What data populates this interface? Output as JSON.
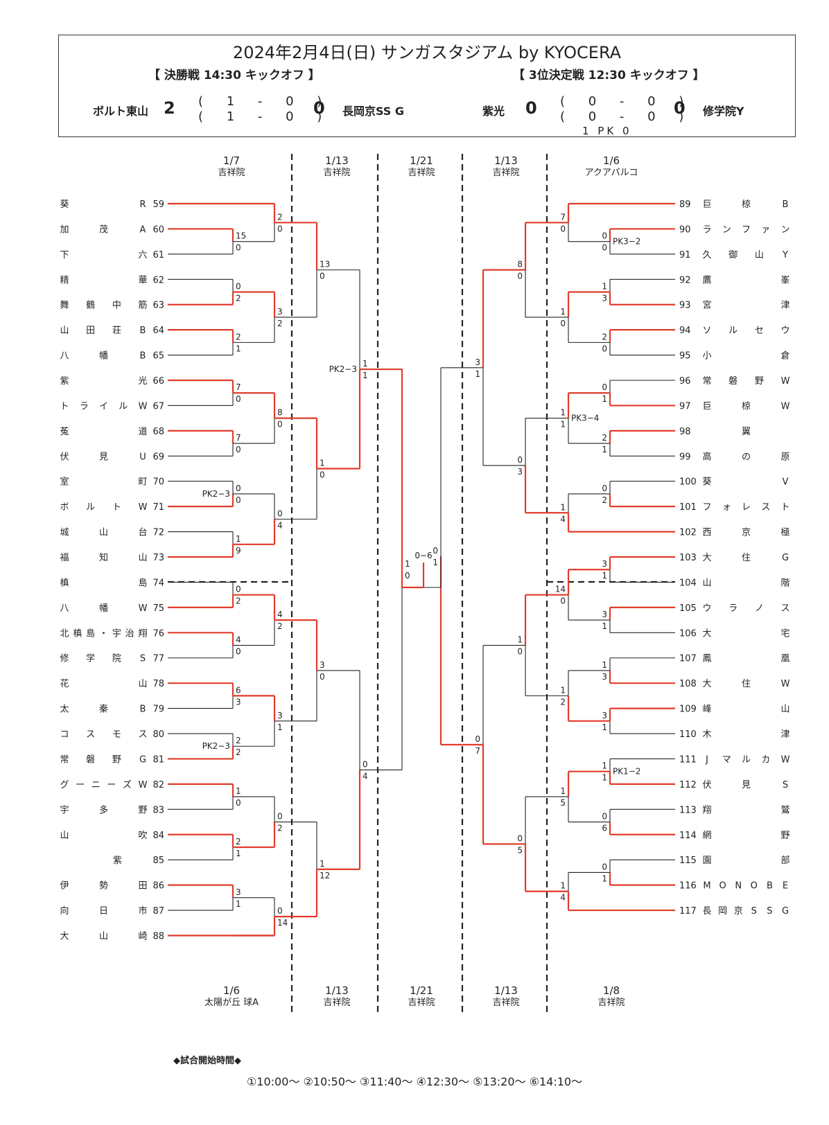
{
  "header": {
    "title": "2024年2月4日(日) サンガスタジアム by KYOCERA",
    "final_label": "【 決勝戦 14:30 キックオフ 】",
    "third_label": "【 3位決定戦 12:30 キックオフ 】",
    "final": {
      "home": "ボルト東山",
      "home_score": "2",
      "half1": "( 1 - 0 )",
      "half2": "( 1 - 0 )",
      "away_score": "0",
      "away": "長岡京SS G"
    },
    "third": {
      "home": "紫光",
      "home_score": "0",
      "half1": "( 0 - 0 )",
      "half2": "( 0 - 0 )",
      "pk": "1 PK 0",
      "away_score": "0",
      "away": "修学院Y"
    }
  },
  "rounds_top": [
    {
      "date": "1/7",
      "venue": "吉祥院"
    },
    {
      "date": "1/13",
      "venue": "吉祥院"
    },
    {
      "date": "1/21",
      "venue": "吉祥院"
    },
    {
      "date": "1/13",
      "venue": "吉祥院"
    },
    {
      "date": "1/6",
      "venue": "アクアパルコ"
    }
  ],
  "rounds_bottom": [
    {
      "date": "1/6",
      "venue": "太陽が丘 球A"
    },
    {
      "date": "1/13",
      "venue": "吉祥院"
    },
    {
      "date": "1/21",
      "venue": "吉祥院"
    },
    {
      "date": "1/13",
      "venue": "吉祥院"
    },
    {
      "date": "1/8",
      "venue": "吉祥院"
    }
  ],
  "teams_left": [
    {
      "num": "59",
      "chars": [
        "葵",
        "R"
      ]
    },
    {
      "num": "60",
      "chars": [
        "加",
        "茂",
        "A"
      ]
    },
    {
      "num": "61",
      "chars": [
        "下",
        "六"
      ]
    },
    {
      "num": "62",
      "chars": [
        "精",
        "華"
      ]
    },
    {
      "num": "63",
      "chars": [
        "舞",
        "鶴",
        "中",
        "筋"
      ]
    },
    {
      "num": "64",
      "chars": [
        "山",
        "田",
        "荘",
        "B"
      ]
    },
    {
      "num": "65",
      "chars": [
        "八",
        "幡",
        "B"
      ]
    },
    {
      "num": "66",
      "chars": [
        "紫",
        "光"
      ]
    },
    {
      "num": "67",
      "chars": [
        "ト",
        "ラ",
        "イ",
        "ル",
        "W"
      ]
    },
    {
      "num": "68",
      "chars": [
        "菟",
        "道"
      ]
    },
    {
      "num": "69",
      "chars": [
        "伏",
        "見",
        "U"
      ]
    },
    {
      "num": "70",
      "chars": [
        "室",
        "町"
      ]
    },
    {
      "num": "71",
      "chars": [
        "ボ",
        "ル",
        "ト",
        "W"
      ]
    },
    {
      "num": "72",
      "chars": [
        "城",
        "山",
        "台"
      ]
    },
    {
      "num": "73",
      "chars": [
        "福",
        "知",
        "山"
      ]
    },
    {
      "num": "74",
      "chars": [
        "槙",
        "島"
      ]
    },
    {
      "num": "75",
      "chars": [
        "八",
        "幡",
        "W"
      ]
    },
    {
      "num": "76",
      "chars": [
        "北",
        "槙",
        "島",
        "・",
        "宇",
        "治",
        "翔"
      ]
    },
    {
      "num": "77",
      "chars": [
        "修",
        "学",
        "院",
        "S"
      ]
    },
    {
      "num": "78",
      "chars": [
        "花",
        "山"
      ]
    },
    {
      "num": "79",
      "chars": [
        "太",
        "秦",
        "B"
      ]
    },
    {
      "num": "80",
      "chars": [
        "コ",
        "ス",
        "モ",
        "ス"
      ]
    },
    {
      "num": "81",
      "chars": [
        "常",
        "磐",
        "野",
        "G"
      ]
    },
    {
      "num": "82",
      "chars": [
        "グ",
        "ー",
        "ニ",
        "ー",
        "ズ",
        "W"
      ]
    },
    {
      "num": "83",
      "chars": [
        "宇",
        "多",
        "野"
      ]
    },
    {
      "num": "84",
      "chars": [
        "山",
        "吹"
      ]
    },
    {
      "num": "85",
      "chars": [
        "紫"
      ]
    },
    {
      "num": "86",
      "chars": [
        "伊",
        "勢",
        "田"
      ]
    },
    {
      "num": "87",
      "chars": [
        "向",
        "日",
        "市"
      ]
    },
    {
      "num": "88",
      "chars": [
        "大",
        "山",
        "崎"
      ]
    }
  ],
  "teams_right": [
    {
      "num": "89",
      "chars": [
        "巨",
        "椋",
        "B"
      ]
    },
    {
      "num": "90",
      "chars": [
        "ラ",
        "ン",
        "フ",
        "ァ",
        "ン"
      ]
    },
    {
      "num": "91",
      "chars": [
        "久",
        "御",
        "山",
        "Y"
      ]
    },
    {
      "num": "92",
      "chars": [
        "鷹",
        "峯"
      ]
    },
    {
      "num": "93",
      "chars": [
        "宮",
        "津"
      ]
    },
    {
      "num": "94",
      "chars": [
        "ソ",
        "ル",
        "セ",
        "ウ"
      ]
    },
    {
      "num": "95",
      "chars": [
        "小",
        "倉"
      ]
    },
    {
      "num": "96",
      "chars": [
        "常",
        "磐",
        "野",
        "W"
      ]
    },
    {
      "num": "97",
      "chars": [
        "巨",
        "椋",
        "W"
      ]
    },
    {
      "num": "98",
      "chars": [
        "翼"
      ]
    },
    {
      "num": "99",
      "chars": [
        "高",
        "の",
        "原"
      ]
    },
    {
      "num": "100",
      "chars": [
        "葵",
        "V"
      ]
    },
    {
      "num": "101",
      "chars": [
        "フ",
        "ォ",
        "レ",
        "ス",
        "ト"
      ]
    },
    {
      "num": "102",
      "chars": [
        "西",
        "京",
        "極"
      ]
    },
    {
      "num": "103",
      "chars": [
        "大",
        "住",
        "G"
      ]
    },
    {
      "num": "104",
      "chars": [
        "山",
        "階"
      ]
    },
    {
      "num": "105",
      "chars": [
        "ウ",
        "ラ",
        "ノ",
        "ス"
      ]
    },
    {
      "num": "106",
      "chars": [
        "大",
        "宅"
      ]
    },
    {
      "num": "107",
      "chars": [
        "鳳",
        "凰"
      ]
    },
    {
      "num": "108",
      "chars": [
        "大",
        "住",
        "W"
      ]
    },
    {
      "num": "109",
      "chars": [
        "峰",
        "山"
      ]
    },
    {
      "num": "110",
      "chars": [
        "木",
        "津"
      ]
    },
    {
      "num": "111",
      "chars": [
        "J",
        "マ",
        "ル",
        "カ",
        "W"
      ]
    },
    {
      "num": "112",
      "chars": [
        "伏",
        "見",
        "S"
      ]
    },
    {
      "num": "113",
      "chars": [
        "翔",
        "鷲"
      ]
    },
    {
      "num": "114",
      "chars": [
        "網",
        "野"
      ]
    },
    {
      "num": "115",
      "chars": [
        "園",
        "部"
      ]
    },
    {
      "num": "116",
      "chars": [
        "M",
        "O",
        "N",
        "O",
        "B",
        "E"
      ]
    },
    {
      "num": "117",
      "chars": [
        "長",
        "岡",
        "京",
        "S",
        "S",
        "G"
      ]
    }
  ],
  "final_score_label": "0−6",
  "footer": {
    "heading": "◆試合開始時間◆",
    "times": "①10:00〜 ②10:50〜 ③11:40〜 ④12:30〜 ⑤13:20〜 ⑥14:10〜"
  },
  "colors": {
    "winner": "#e23b2a",
    "line": "#222222"
  }
}
